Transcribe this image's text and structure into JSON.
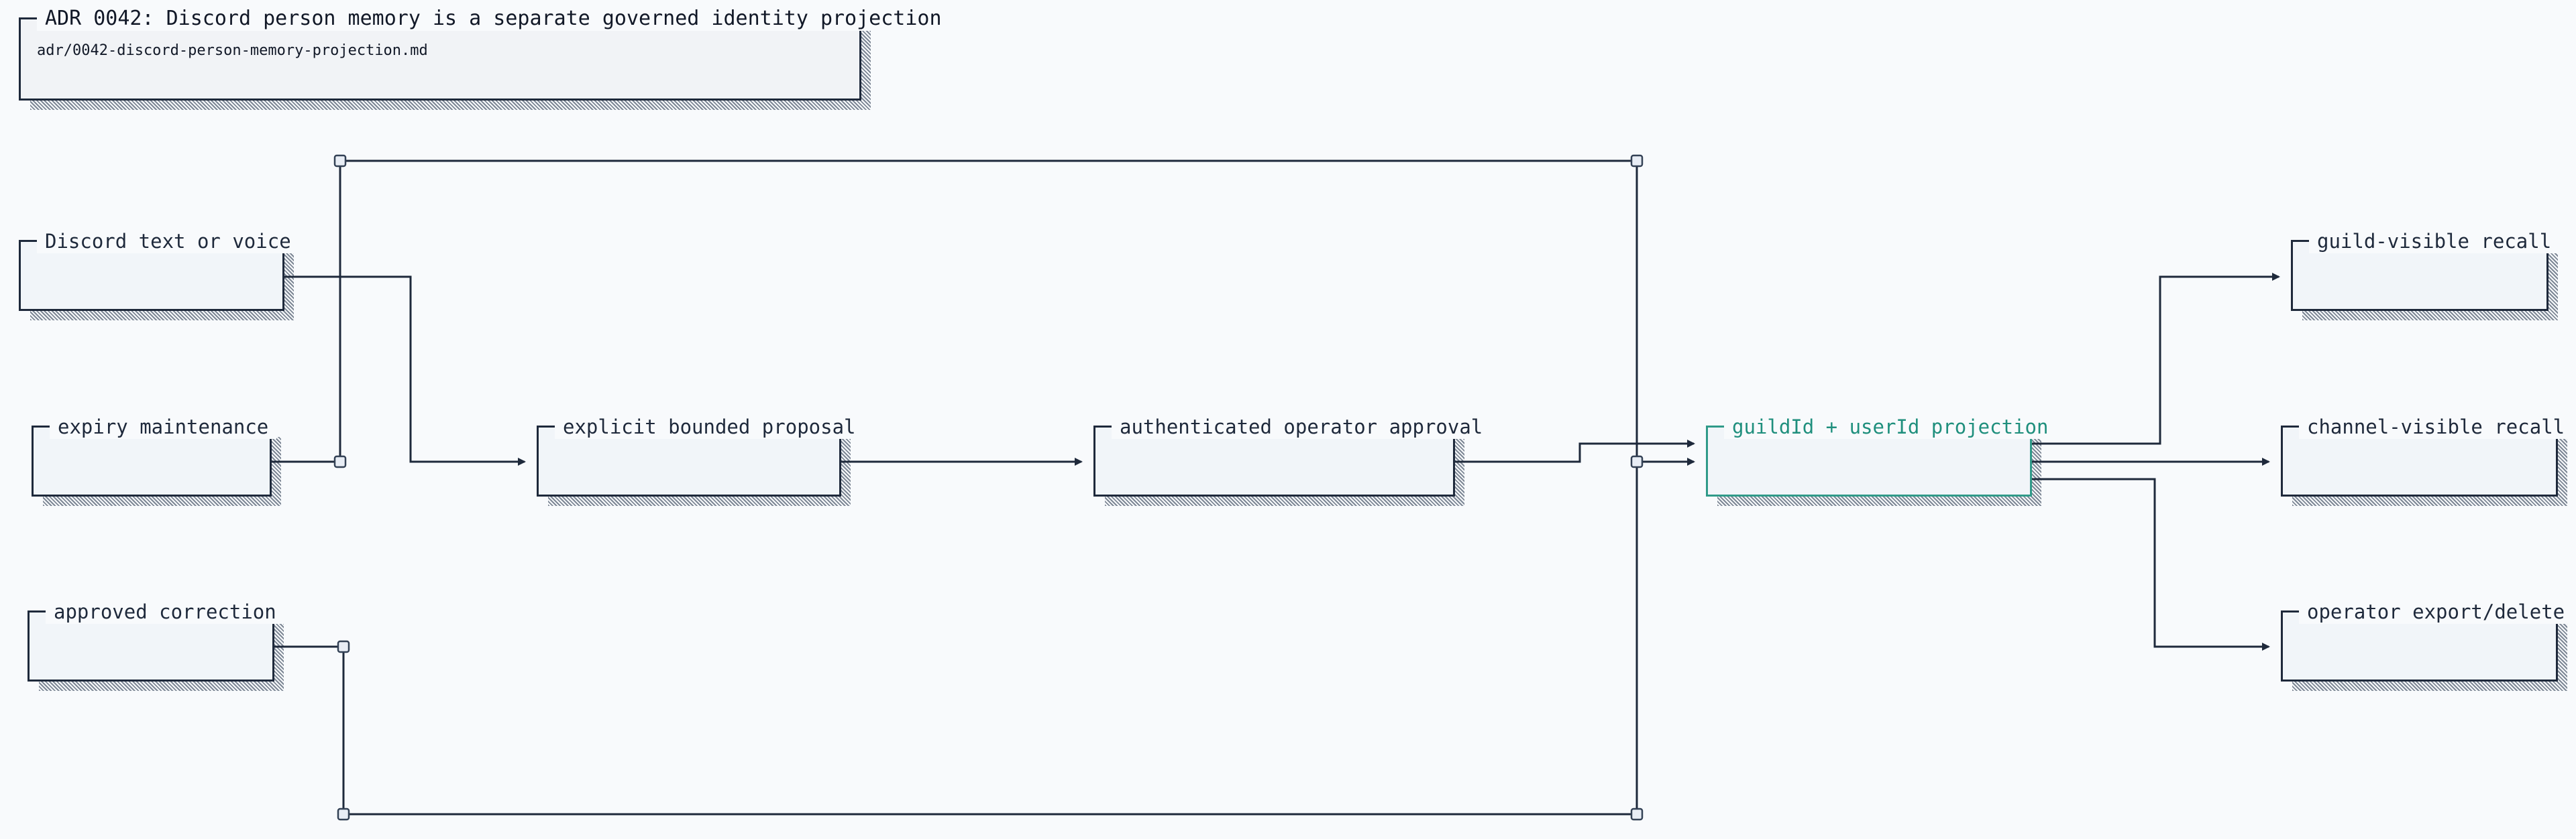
{
  "adr": {
    "title": "ADR 0042: Discord person memory is a separate governed identity projection",
    "path": "adr/0042-discord-person-memory-projection.md"
  },
  "nodes": {
    "discord_input": "Discord text or voice",
    "expiry_maintenance": "expiry maintenance",
    "approved_correction": "approved correction",
    "bounded_proposal": "explicit bounded proposal",
    "operator_approval": "authenticated operator approval",
    "identity_projection": "guildId + userId projection",
    "guild_recall": "guild-visible recall",
    "channel_recall": "channel-visible recall",
    "operator_export": "operator export/delete"
  },
  "colors": {
    "stroke": "#1e293b",
    "accent": "#2f9a89",
    "background": "#f8fafc",
    "box_fill": "#f1f5f9"
  }
}
